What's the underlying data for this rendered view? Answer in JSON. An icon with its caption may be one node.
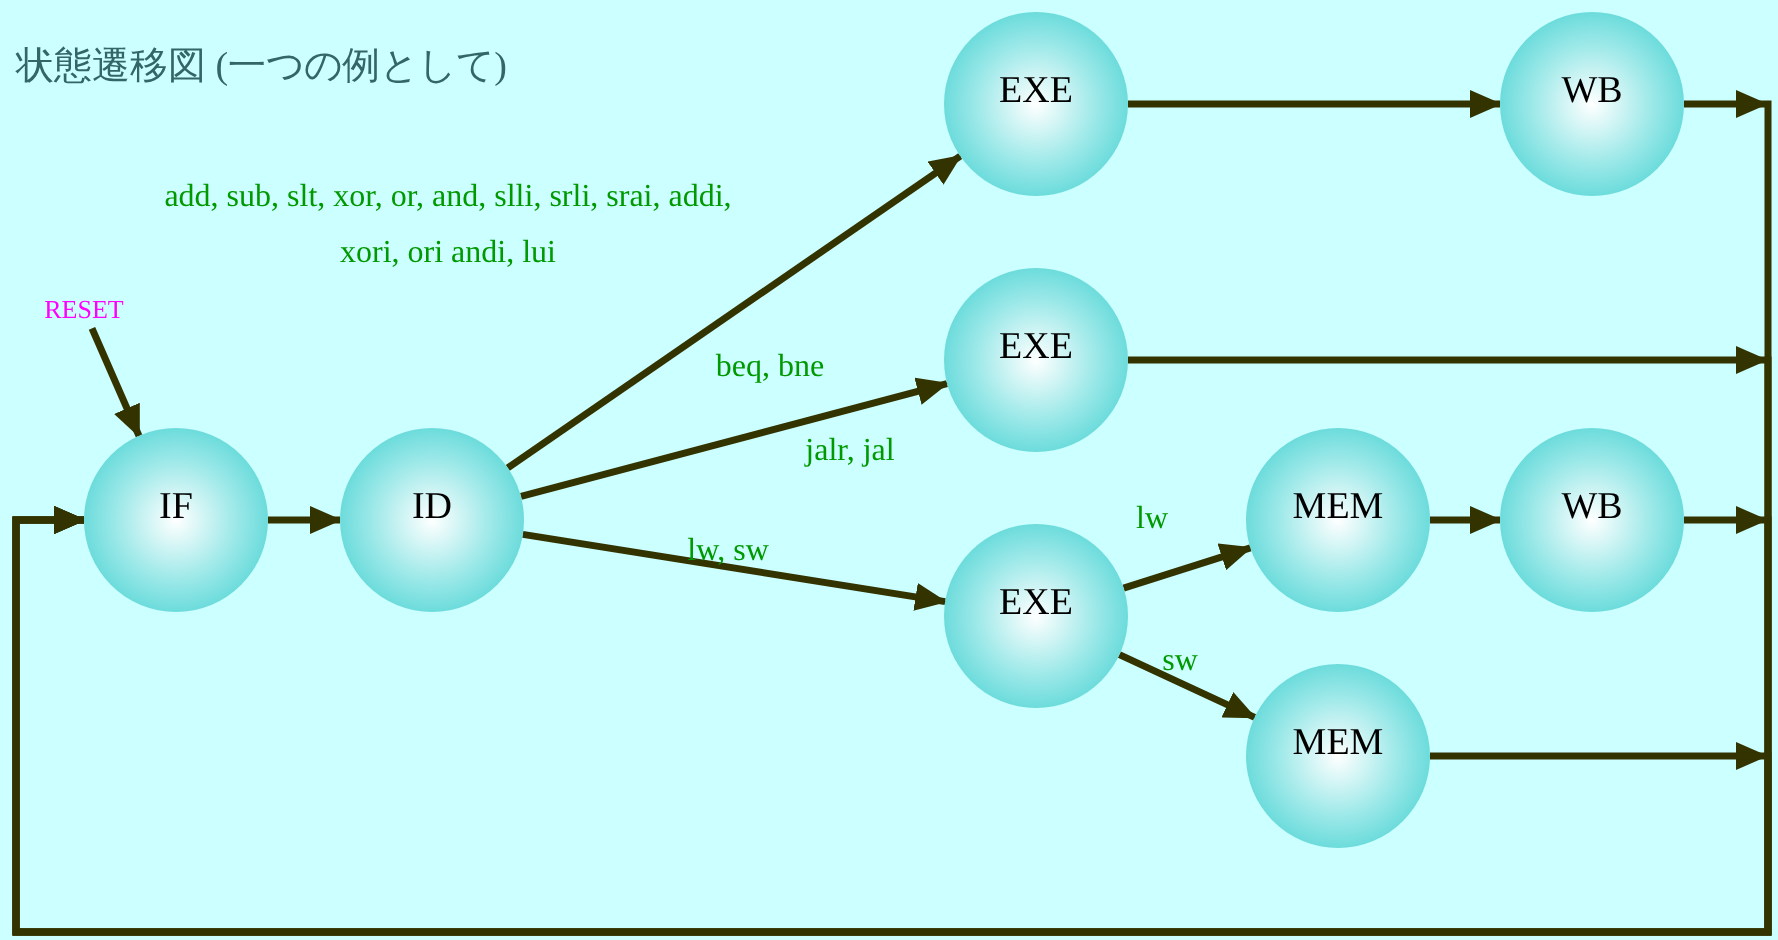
{
  "diagram": {
    "title": "状態遷移図 (一つの例として)",
    "nodes": [
      {
        "text": [
          "RESET"
        ]
      },
      {
        "text": [
          "IF"
        ]
      },
      {
        "text": [
          "ID"
        ]
      },
      {
        "text": [
          "EXE"
        ]
      },
      {
        "text": [
          "WB"
        ]
      },
      {
        "text": [
          "EXE"
        ]
      },
      {
        "text": [
          "EXE"
        ]
      },
      {
        "text": [
          "MEM"
        ]
      },
      {
        "text": [
          "WB"
        ]
      },
      {
        "text": [
          "MEM"
        ]
      }
    ],
    "edges": [
      {
        "from": 0,
        "to": 1,
        "arrow": "to"
      },
      {
        "from": 1,
        "to": 2,
        "arrow": "to"
      },
      {
        "from": 2,
        "to": 3,
        "arrow": "to",
        "label": "add, sub, slt, xor, or, and, slli, srli, srai, addi, xori, ori andi, lui"
      },
      {
        "from": 2,
        "to": 5,
        "arrow": "to",
        "label": "beq, bne"
      },
      {
        "from": 2,
        "to": 6,
        "arrow": "to",
        "label": "lw, sw"
      },
      {
        "from": 3,
        "to": 4,
        "arrow": "to"
      },
      {
        "from": 6,
        "to": 7,
        "arrow": "to",
        "label": "lw"
      },
      {
        "from": 6,
        "to": 9,
        "arrow": "to",
        "label": "sw"
      },
      {
        "from": 7,
        "to": 8,
        "arrow": "to"
      },
      {
        "from": 4,
        "to": 1,
        "arrow": "to"
      },
      {
        "from": 5,
        "to": 1,
        "arrow": "to"
      },
      {
        "from": 8,
        "to": 1,
        "arrow": "to"
      },
      {
        "from": 9,
        "to": 1,
        "arrow": "to"
      }
    ],
    "labels": [
      "jalr, jal"
    ]
  }
}
